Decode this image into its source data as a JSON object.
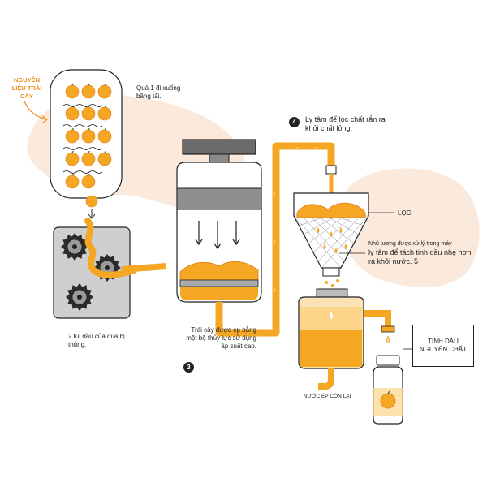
{
  "colors": {
    "orange": "#f5a623",
    "orange_dark": "#e07b12",
    "peach_bg": "#fbe9dc",
    "steel": "#9a9a9a",
    "dark_steel": "#555555"
  },
  "labels": {
    "raw_fruit": "NGUYÊN LIỆU TRÁI CÂY",
    "step1": "Quả 1 đi xuống băng tải.",
    "step2": "2 túi dầu của quả bị thủng.",
    "step3": "Trái cây được ép bằng một bệ thủy lực sử dụng áp suất cao.",
    "step4": "Ly tâm để lọc chất rắn ra khỏi chất lỏng.",
    "filter": "LỌC",
    "emulsion": "Nhũ tương được xử lý trong máy",
    "step5": "ly tâm để tách tinh dầu nhẹ hơn ra khỏi nước. 5",
    "remaining_juice": "NƯỚC ÉP CÒN LẠI",
    "essential_oil": "TINH DẦU NGUYÊN CHẤT"
  },
  "step_numbers": {
    "n3": "3",
    "n4": "4"
  },
  "icons": [
    "orange-fruit-icon",
    "gear-icon",
    "oil-drop-icon",
    "arrow-down-icon",
    "bottle-icon"
  ]
}
